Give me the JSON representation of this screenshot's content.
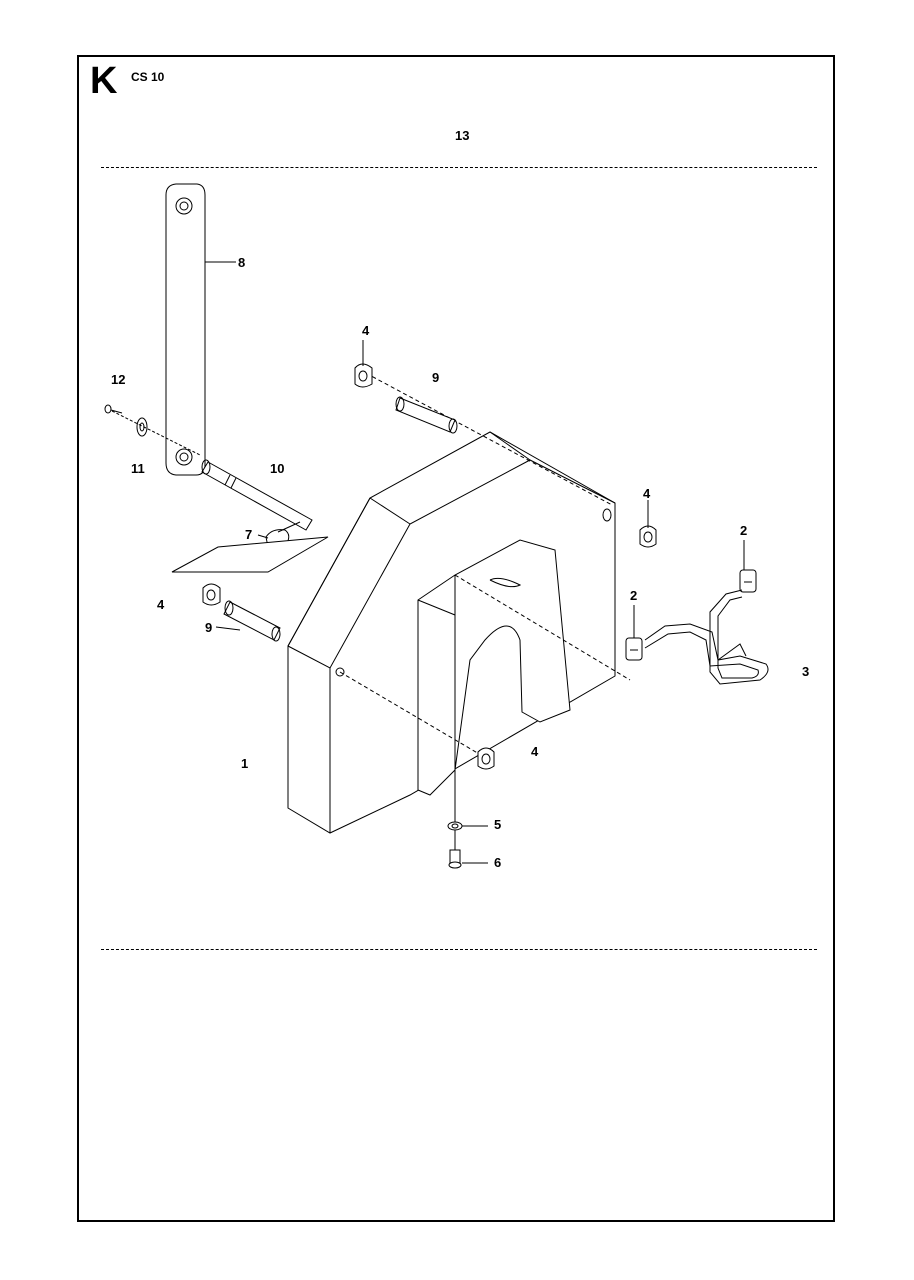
{
  "header": {
    "section_letter": "K",
    "model": "CS 10",
    "page_number": "13"
  },
  "callouts": [
    {
      "id": "c1",
      "label": "1"
    },
    {
      "id": "c2a",
      "label": "2"
    },
    {
      "id": "c2b",
      "label": "2"
    },
    {
      "id": "c3",
      "label": "3"
    },
    {
      "id": "c4a",
      "label": "4"
    },
    {
      "id": "c4b",
      "label": "4"
    },
    {
      "id": "c4c",
      "label": "4"
    },
    {
      "id": "c4d",
      "label": "4"
    },
    {
      "id": "c5",
      "label": "5"
    },
    {
      "id": "c6",
      "label": "6"
    },
    {
      "id": "c7",
      "label": "7"
    },
    {
      "id": "c8",
      "label": "8"
    },
    {
      "id": "c9a",
      "label": "9"
    },
    {
      "id": "c9b",
      "label": "9"
    },
    {
      "id": "c10",
      "label": "10"
    },
    {
      "id": "c11",
      "label": "11"
    },
    {
      "id": "c12",
      "label": "12"
    }
  ]
}
